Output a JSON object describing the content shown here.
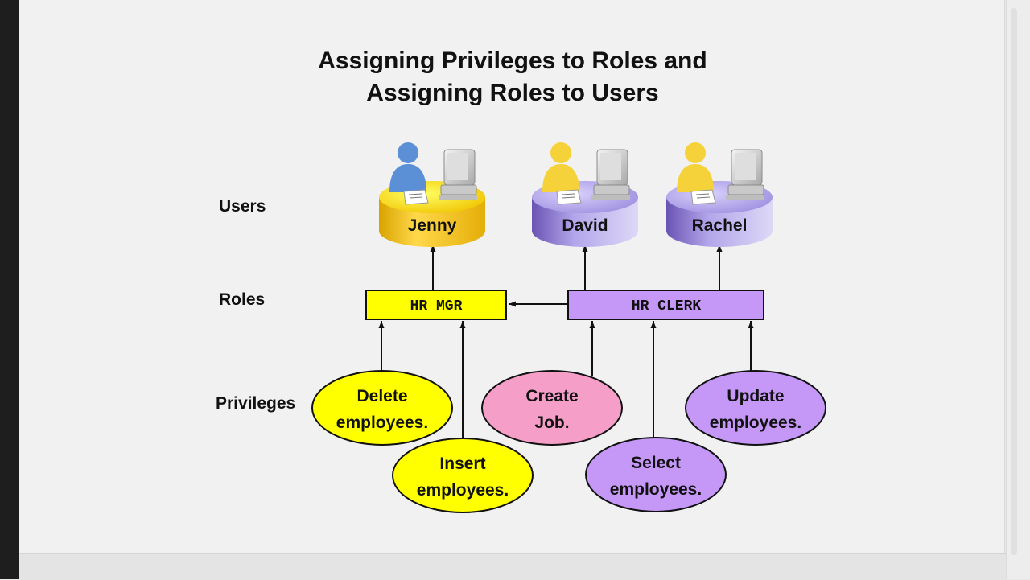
{
  "title_line1": "Assigning Privileges to Roles and",
  "title_line2": "Assigning Roles to Users",
  "labels": {
    "users": "Users",
    "roles": "Roles",
    "privileges": "Privileges"
  },
  "users": [
    {
      "name": "Jenny",
      "color": "#f2c31e",
      "person_color": "#5b8fd6"
    },
    {
      "name": "David",
      "color": "#8f79d6",
      "person_color": "#f5d23a"
    },
    {
      "name": "Rachel",
      "color": "#8f79d6",
      "person_color": "#f5d23a"
    }
  ],
  "roles": [
    {
      "name": "HR_MGR",
      "color": "#ffff00"
    },
    {
      "name": "HR_CLERK",
      "color": "#c598f7"
    }
  ],
  "privileges": [
    {
      "line1": "Delete",
      "line2": "employees.",
      "color": "#ffff00"
    },
    {
      "line1": "Insert",
      "line2": "employees.",
      "color": "#ffff00"
    },
    {
      "line1": "Create",
      "line2": "Job.",
      "color": "#f59fc8"
    },
    {
      "line1": "Select",
      "line2": "employees.",
      "color": "#c598f7"
    },
    {
      "line1": "Update",
      "line2": "employees.",
      "color": "#c598f7"
    }
  ]
}
